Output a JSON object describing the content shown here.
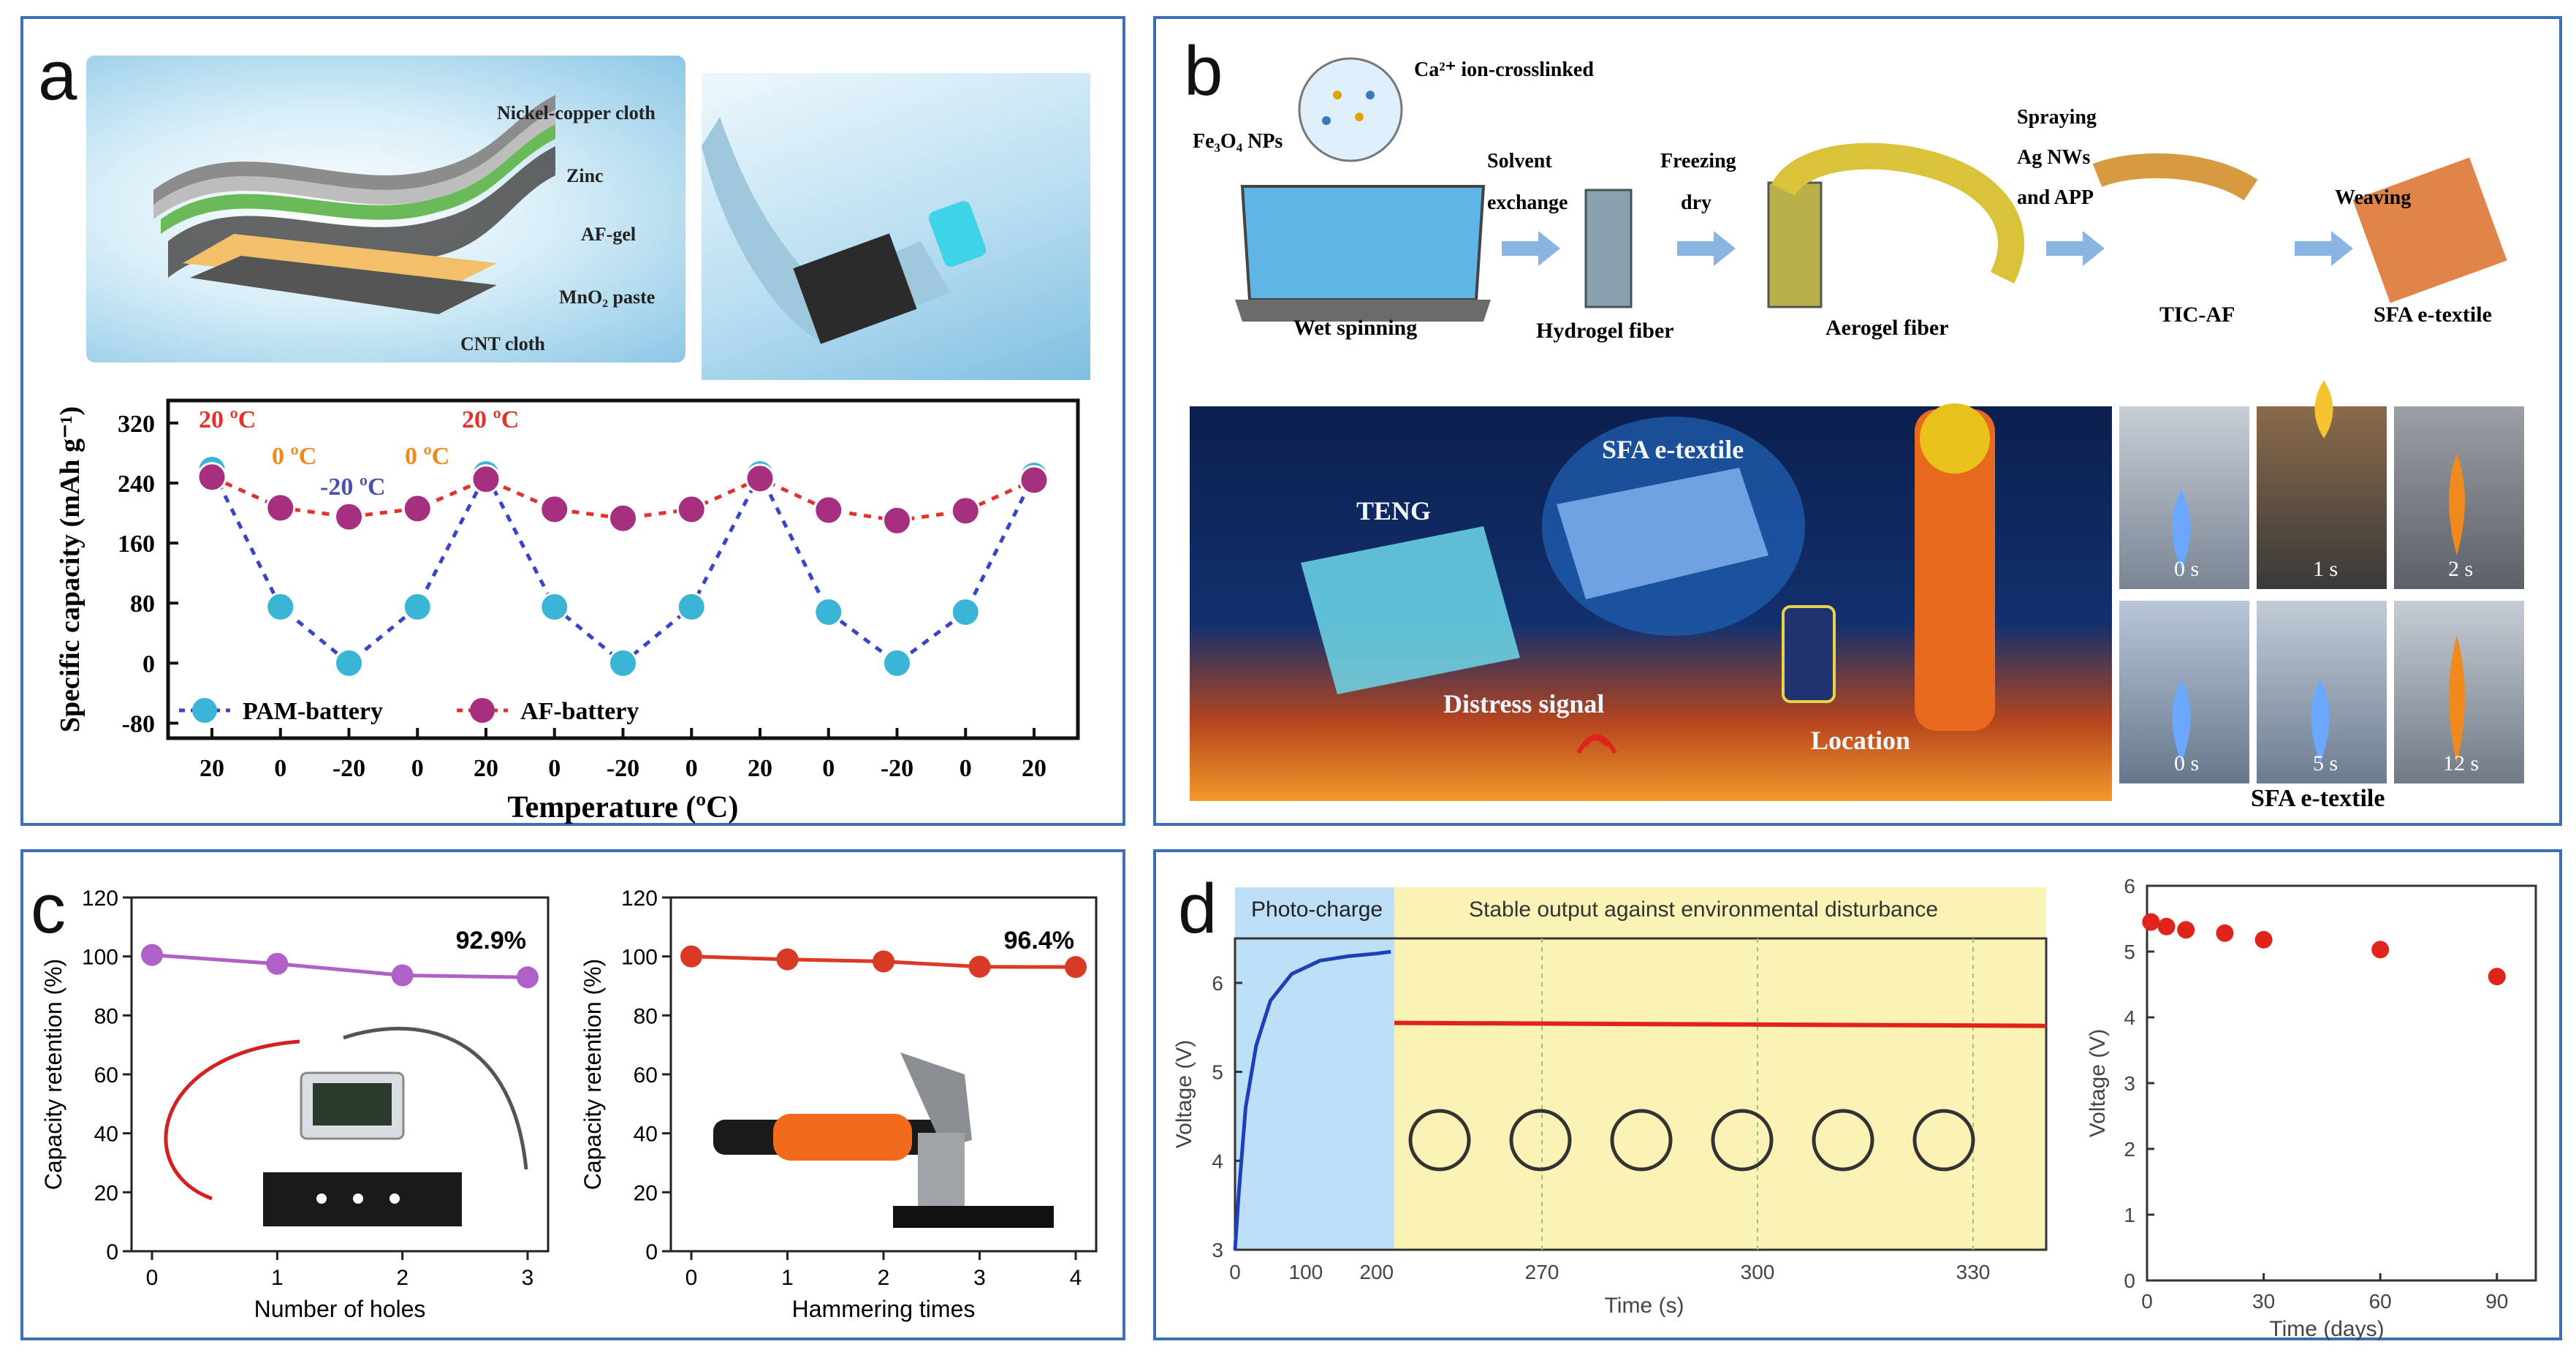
{
  "panels": {
    "a": {
      "label": "a",
      "layers": [
        "Nickel-copper cloth",
        "Zinc",
        "AF-gel",
        "MnO₂ paste",
        "CNT cloth"
      ],
      "temp_annotations": [
        {
          "text": "20 ºC",
          "color": "#e0332b"
        },
        {
          "text": "0 ºC",
          "color": "#f08a1c"
        },
        {
          "text": "-20 ºC",
          "color": "#4a4fb0"
        },
        {
          "text": "0 ºC",
          "color": "#f08a1c"
        },
        {
          "text": "20 ºC",
          "color": "#e0332b"
        }
      ]
    },
    "b": {
      "label": "b",
      "process_labels": {
        "ca": "Ca²⁺ ion-crosslinked",
        "fe": "Fe₃O₄ NPs",
        "solvent": "Solvent",
        "exchange": "exchange",
        "freezing": "Freezing",
        "dry": "dry",
        "spraying": "Spraying",
        "agnws": "Ag NWs",
        "app": "and APP",
        "weaving": "Weaving",
        "wet": "Wet spinning",
        "hydrogel": "Hydrogel fiber",
        "aerogel": "Aerogel fiber",
        "ticaf": "TIC-AF",
        "sfa": "SFA e-textile"
      },
      "scene_labels": {
        "sfa": "SFA e-textile",
        "teng": "TENG",
        "distress": "Distress signal",
        "location": "Location"
      },
      "flame_times": [
        "0 s",
        "1 s",
        "2 s",
        "0 s",
        "5 s",
        "12 s"
      ],
      "flame_caption": "SFA e-textile"
    },
    "c": {
      "label": "c"
    },
    "d": {
      "label": "d",
      "photo_charge": "Photo-charge",
      "stable_output": "Stable output against environmental disturbance"
    }
  },
  "chart_data": [
    {
      "id": "a-capacity",
      "type": "scatter",
      "title": "",
      "xlabel": "Temperature (ºC)",
      "ylabel": "Specific capacity (mAh g⁻¹)",
      "x_ticks": [
        "20",
        "0",
        "-20",
        "0",
        "20",
        "0",
        "-20",
        "0",
        "20",
        "0",
        "-20",
        "0",
        "20"
      ],
      "y_ticks": [
        -80,
        0,
        80,
        160,
        240,
        320
      ],
      "ylim": [
        -100,
        350
      ],
      "legend_position": "bottom-left",
      "series": [
        {
          "name": "PAM-battery",
          "color": "#3bb5d6",
          "values": [
            258,
            75,
            0,
            75,
            252,
            75,
            0,
            75,
            252,
            68,
            0,
            68,
            250
          ]
        },
        {
          "name": "AF-battery",
          "color": "#a6307f",
          "values": [
            248,
            207,
            195,
            206,
            245,
            205,
            193,
            205,
            246,
            204,
            190,
            203,
            244
          ]
        }
      ]
    },
    {
      "id": "c-holes",
      "type": "line",
      "xlabel": "Number of holes",
      "ylabel": "Capacity retention (%)",
      "x": [
        0,
        1,
        2,
        3
      ],
      "x_ticks": [
        0,
        1,
        2,
        3
      ],
      "y_ticks": [
        0,
        20,
        40,
        60,
        80,
        100,
        120
      ],
      "ylim": [
        0,
        120
      ],
      "annotation": "92.9%",
      "series": [
        {
          "color": "#b061c8",
          "values": [
            100.5,
            97.5,
            93.6,
            92.9
          ]
        }
      ]
    },
    {
      "id": "c-hammer",
      "type": "line",
      "xlabel": "Hammering times",
      "ylabel": "Capacity retention (%)",
      "x": [
        0,
        1,
        2,
        3,
        4
      ],
      "x_ticks": [
        0,
        1,
        2,
        3,
        4
      ],
      "y_ticks": [
        0,
        20,
        40,
        60,
        80,
        100,
        120
      ],
      "ylim": [
        0,
        120
      ],
      "annotation": "96.4%",
      "series": [
        {
          "color": "#d83a25",
          "values": [
            100,
            99,
            98.3,
            96.5,
            96.4
          ]
        }
      ]
    },
    {
      "id": "d-voltage-time",
      "type": "line",
      "xlabel": "Time (s)",
      "ylabel": "Voltage (V)",
      "x_ticks": [
        "0",
        "100",
        "200",
        "270",
        "300",
        "330"
      ],
      "y_ticks": [
        3,
        4,
        5,
        6
      ],
      "ylim": [
        3,
        6.5
      ],
      "charge_points": [
        [
          0,
          3.0
        ],
        [
          5,
          3.6
        ],
        [
          15,
          4.6
        ],
        [
          30,
          5.3
        ],
        [
          50,
          5.8
        ],
        [
          80,
          6.1
        ],
        [
          120,
          6.25
        ],
        [
          160,
          6.3
        ],
        [
          200,
          6.33
        ],
        [
          220,
          6.35
        ]
      ],
      "stable_voltage": 5.55,
      "series": [
        {
          "color": "#1f3fb8"
        },
        {
          "color": "#e0241c"
        }
      ],
      "icons": [
        "hammer-hand-icon",
        "runner-icon",
        "wind-icon",
        "sun-icon",
        "partly-cloudy-icon",
        "rain-icon"
      ]
    },
    {
      "id": "d-voltage-days",
      "type": "scatter",
      "xlabel": "Time (days)",
      "ylabel": "Voltage (V)",
      "x_ticks": [
        0,
        30,
        60,
        90
      ],
      "y_ticks": [
        0,
        1,
        2,
        3,
        4,
        5,
        6
      ],
      "xlim": [
        0,
        100
      ],
      "ylim": [
        0,
        6
      ],
      "points": [
        [
          1,
          5.45
        ],
        [
          5,
          5.38
        ],
        [
          10,
          5.33
        ],
        [
          20,
          5.28
        ],
        [
          30,
          5.18
        ],
        [
          60,
          5.03
        ],
        [
          90,
          4.62
        ]
      ],
      "color": "#e0241c"
    }
  ]
}
